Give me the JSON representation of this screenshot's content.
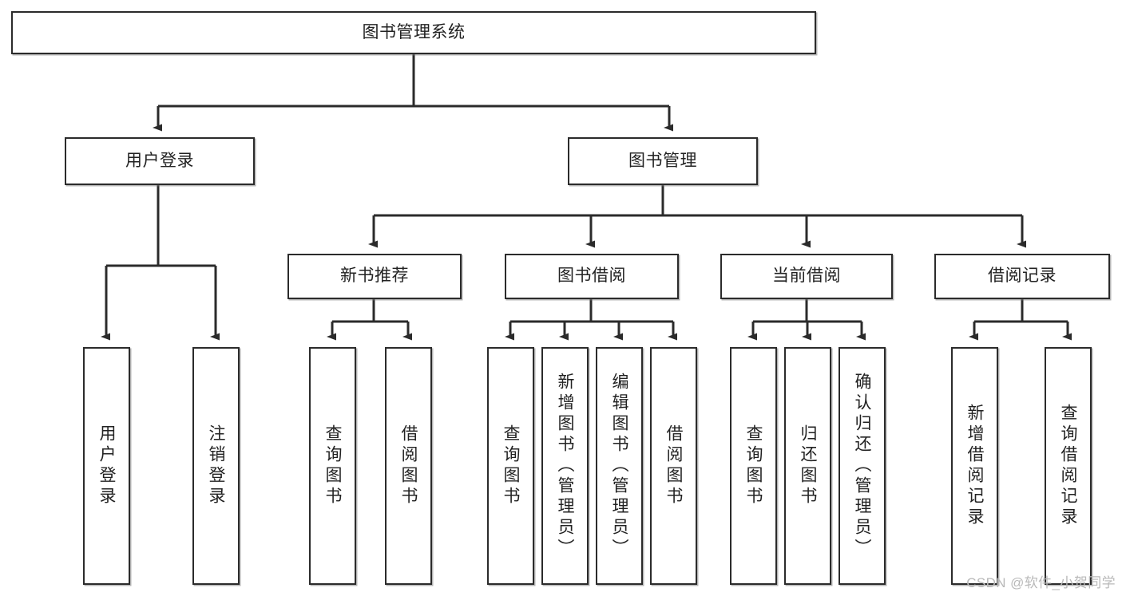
{
  "diagram": {
    "type": "tree-hierarchy",
    "title": "图书管理系统",
    "root": {
      "id": "root",
      "label": "图书管理系统",
      "orientation": "horizontal"
    },
    "level1": [
      {
        "id": "user-login",
        "label": "用户登录",
        "orientation": "horizontal"
      },
      {
        "id": "book-management",
        "label": "图书管理",
        "orientation": "horizontal"
      }
    ],
    "level2": [
      {
        "id": "new-book-recommend",
        "label": "新书推荐",
        "parent": "book-management",
        "orientation": "horizontal"
      },
      {
        "id": "book-borrow",
        "label": "图书借阅",
        "parent": "book-management",
        "orientation": "horizontal"
      },
      {
        "id": "current-borrow",
        "label": "当前借阅",
        "parent": "book-management",
        "orientation": "horizontal"
      },
      {
        "id": "borrow-record",
        "label": "借阅记录",
        "parent": "book-management",
        "orientation": "horizontal"
      }
    ],
    "leaves": [
      {
        "id": "leaf-user-login",
        "label": "用户登录",
        "parent": "user-login",
        "orientation": "vertical"
      },
      {
        "id": "leaf-logout",
        "label": "注销登录",
        "parent": "user-login",
        "orientation": "vertical"
      },
      {
        "id": "leaf-query-book-1",
        "label": "查询图书",
        "parent": "new-book-recommend",
        "orientation": "vertical"
      },
      {
        "id": "leaf-borrow-book-1",
        "label": "借阅图书",
        "parent": "new-book-recommend",
        "orientation": "vertical"
      },
      {
        "id": "leaf-query-book-2",
        "label": "查询图书",
        "parent": "book-borrow",
        "orientation": "vertical"
      },
      {
        "id": "leaf-add-book",
        "label": "新增图书（管理员）",
        "parent": "book-borrow",
        "orientation": "vertical"
      },
      {
        "id": "leaf-edit-book",
        "label": "编辑图书（管理员）",
        "parent": "book-borrow",
        "orientation": "vertical"
      },
      {
        "id": "leaf-borrow-book-2",
        "label": "借阅图书",
        "parent": "book-borrow",
        "orientation": "vertical"
      },
      {
        "id": "leaf-query-book-3",
        "label": "查询图书",
        "parent": "current-borrow",
        "orientation": "vertical"
      },
      {
        "id": "leaf-return-book",
        "label": "归还图书",
        "parent": "current-borrow",
        "orientation": "vertical"
      },
      {
        "id": "leaf-confirm-return",
        "label": "确认归还（管理员）",
        "parent": "current-borrow",
        "orientation": "vertical"
      },
      {
        "id": "leaf-add-record",
        "label": "新增借阅记录",
        "parent": "borrow-record",
        "orientation": "vertical"
      },
      {
        "id": "leaf-query-record",
        "label": "查询借阅记录",
        "parent": "borrow-record",
        "orientation": "vertical"
      }
    ],
    "colors": {
      "stroke": "#2b2b2b",
      "fill": "#ffffff",
      "text": "#222222",
      "watermark": "#b9b9b9"
    }
  },
  "watermark": {
    "text": "CSDN @软件_小贺同学"
  }
}
